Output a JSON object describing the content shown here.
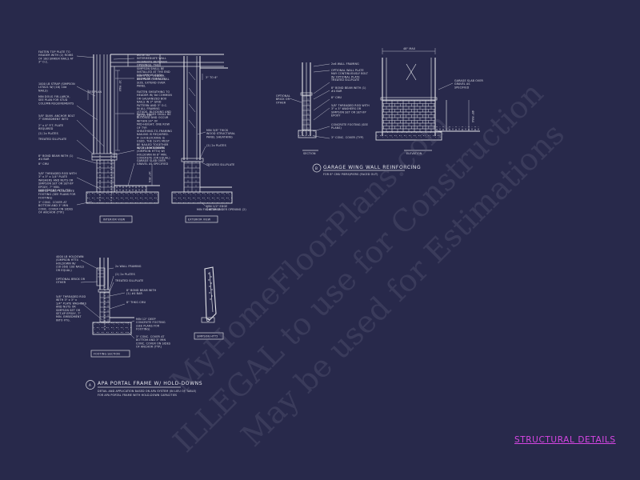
{
  "sheet_title": "STRUCTURAL DETAILS",
  "watermark": {
    "line1": "MyHomeFloorPlans.com",
    "line2": "ILLEGAL to use for Construction",
    "line3": "May be used for Estimations"
  },
  "detail_a": {
    "marker": "A",
    "title": "APA PORTAL FRAME W/ HOLD-DOWNS",
    "note1": "DETAIL AND APPLICATION BASED ON APA SYSTEM (IN LIEU OF TABLE)",
    "note2": "FOR APA PORTAL FRAME WITH HOLD-DOWN CAPACITIES",
    "interior_view": {
      "caption": "INTERIOR VIEW",
      "labels_left": [
        "FASTEN TOP PLATE TO HEADER WITH (2) ROWS OF 16d SINKER NAILS AT 3\" O.C.",
        "1000 LB STRAP (SIMPSON LSTA21 W/ (16) 10d NAILS)",
        "MIN DOUG FIR-LARCH, SEE PLAN FOR STUD COLUMN REQUIREMENTS",
        "5/8\" DIAM. ANCHOR BOLT 7\" EMBEDMENT INTO",
        "2\" x 4\" P.T. PLATE REQUIRED",
        "(2) 2x PLATES",
        "TREATED SILLPLATE",
        "8\" BOND BEAM WITH (1) #4 BAR",
        "8\" CMU",
        "5/8\" THREADED ROD WITH 3\" x 3\" x 1/4\" PLATE WASHERS AND NUTS OR SIMPSON SET OR SET-XP EPOXY, 7\" MIN. EMBEDMENT INTO FTG.",
        "MIN 12\" DEEP CONCRETE FOOTING (SEE PLANS FOR FOOTING)",
        "3\" CONC. COVER AT BOTTOM AND 3\" MIN CONC. COVER ON SIDES OF ANCHOR (TYP.)"
      ],
      "labels_mid": [
        "NOTE: AT INTERMEDIATE WALL SEGMENTS BETWEEN OPENINGS, THE SIMPSON SHALL BE INSTALLED AT THE END COLUMN OF EACH SEGMENT (3 WALLS)",
        "MIN 3 1/2\" HEADER. SEE PLAN FOR ACTUAL SIZE. EXTEND OVER PANEL",
        "FASTEN SHEATHING TO HEADER W/ 8d COMMON OR GALVANIZED BOX NAILS IN 3\" GRID PATTERN AND 3\" O.C. IN ALL FRAMING (STUDS, BLOCKING AND SILLS) TYP.",
        "PANEL EDGES SHALL BE BLOCKED AND OCCUR WITHIN 24\" OF MID-HEIGHT. ONE ROW OF TYP. SHEATHING-TO-FRAMING NAILING IS REQUIRED. IF 2x4 BLOCKING IS USED, THE 2x4's MUST BE NAILED TOGETHER W/ (3) 16d SINKERS",
        "4000 LB HOLDOWN (SIMPSON HTT4) W/ HOLDOWN IN 8\" MIN. CONCRETE (OR EQUAL)",
        "GARAGE SLAB OVER GRAVEL AS SPECIFIED"
      ],
      "dims": [
        "SEE PLAN",
        "10' MAX",
        "16\" MIN"
      ]
    },
    "exterior_view": {
      "caption": "EXTERIOR VIEW",
      "labels": [
        "MIN 3/8\" THICK WOOD STRUCTURAL PANEL SHEATHING",
        "(2) 2x PLATES",
        "TREATED SILLPLATE",
        "MIN 1/2\" EDGE DISTANCE"
      ],
      "dims": [
        "3\" TO 6\"",
        "MIN FIG WITH UNDER OPENING (2)"
      ]
    }
  },
  "detail_b": {
    "marker": "B",
    "title": "GARAGE WING WALL REINFORCING",
    "subtitle": "FOR 8\" CMU PIERS/PIERS (FACED OUT)",
    "section_caption": "SECTION",
    "elevation_caption": "ELEVATION",
    "labels": [
      "2x6 WALL FRAMING",
      "OPTIONAL WALL PLATE MAY CONTINUOUSLY BOLT W/ OPTIONAL PLATE",
      "TREATED SILLPLATE",
      "8\" BOND BEAM WITH (1) #4 BAR",
      "8\" CMU",
      "5/8\" THREADED ROD WITH 3\" x 3\" WASHERS OR SIMPSON SET OR SET-XP EPOXY",
      "CONCRETE FOOTING (SEE PLANS)",
      "3\" CONC. COVER (TYP)",
      "OPTIONAL BRICK OR OTHER",
      "GARAGE SLAB OVER GRAVEL AS SPECIFIED"
    ],
    "dims": [
      "48\" MAX",
      "48\" MAX"
    ]
  },
  "footing_section": {
    "caption": "FOOTING SECTION",
    "labels_left": [
      "4000 LB HOLDOWN (SIMPSON HTT4 HOLDOWN W/ (18-16d) 10d NAILS OR EQUAL)",
      "OPTIONAL BRICK OR OTHER",
      "5/8\" THREADED ROD WITH 3\" x 3\" x 1/4\" PLATE WASHERS AND NUTS OR SIMPSON SET OR SET-XP EPOXY, 7\" MIN. EMBEDMENT INTO FTG."
    ],
    "labels_right": [
      "2x WALL FRAMING",
      "(2) 2x PLATES",
      "TREATED SILLPLATE",
      "8\" BOND BEAM WITH (1) #4 BAR",
      "8\" THKG CMU",
      "MIN 12\" DEEP CONCRETE FOOTING (SEE PLANS FOR FOOTING)",
      "3\" CONC. COVER AT BOTTOM AND 3\" MIN CONC. COVER ON SIDES OF ANCHOR (TYP.)"
    ]
  },
  "simpson": {
    "caption": "SIMPSON HTT5"
  }
}
